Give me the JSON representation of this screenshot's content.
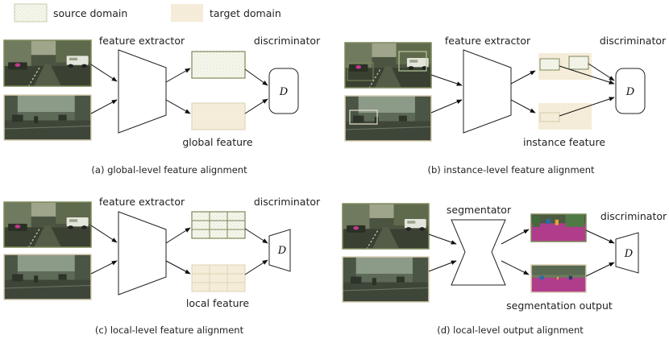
{
  "legend": {
    "source": "source domain",
    "target": "target domain"
  },
  "panels": {
    "a": {
      "extractor": "feature extractor",
      "discriminator": "discriminator",
      "discriminator_symbol": "D",
      "feature_label": "global feature",
      "caption": "(a) global-level feature alignment"
    },
    "b": {
      "extractor": "feature extractor",
      "discriminator": "discriminator",
      "discriminator_symbol": "D",
      "feature_label": "instance feature",
      "caption": "(b) instance-level feature alignment"
    },
    "c": {
      "extractor": "feature extractor",
      "discriminator": "discriminator",
      "discriminator_symbol": "D",
      "feature_label": "local feature",
      "caption": "(c) local-level feature alignment"
    },
    "d": {
      "segmentator": "segmentator",
      "discriminator": "discriminator",
      "discriminator_symbol": "D",
      "output_label": "segmentation output",
      "caption": "(d) local-level output alignment"
    }
  },
  "colors": {
    "source_fill": "#f6f8ee",
    "source_border": "#7d8a5a",
    "target_fill": "#f5edd9",
    "target_border": "#d9cfb2",
    "segmentation": "#b03c8c"
  }
}
